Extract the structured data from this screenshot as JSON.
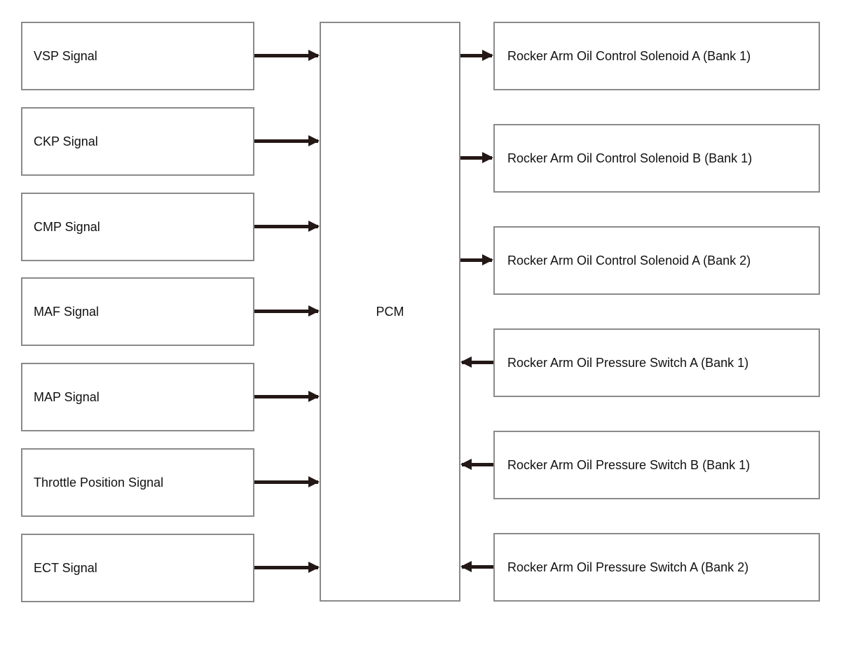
{
  "center": {
    "label": "PCM"
  },
  "inputs": [
    {
      "label": "VSP Signal"
    },
    {
      "label": "CKP Signal"
    },
    {
      "label": "CMP Signal"
    },
    {
      "label": "MAF Signal"
    },
    {
      "label": "MAP Signal"
    },
    {
      "label": "Throttle Position Signal"
    },
    {
      "label": "ECT Signal"
    }
  ],
  "outputs": [
    {
      "label": "Rocker Arm Oil Control Solenoid A (Bank 1)",
      "direction": "from-pcm"
    },
    {
      "label": "Rocker Arm Oil Control Solenoid B (Bank 1)",
      "direction": "from-pcm"
    },
    {
      "label": "Rocker Arm Oil Control Solenoid A (Bank 2)",
      "direction": "from-pcm"
    },
    {
      "label": "Rocker Arm Oil Pressure Switch A (Bank 1)",
      "direction": "to-pcm"
    },
    {
      "label": "Rocker Arm Oil Pressure Switch B (Bank 1)",
      "direction": "to-pcm"
    },
    {
      "label": "Rocker Arm Oil Pressure Switch A (Bank 2)",
      "direction": "to-pcm"
    }
  ],
  "colors": {
    "border": "#8a8a8a",
    "arrow": "#231815"
  }
}
